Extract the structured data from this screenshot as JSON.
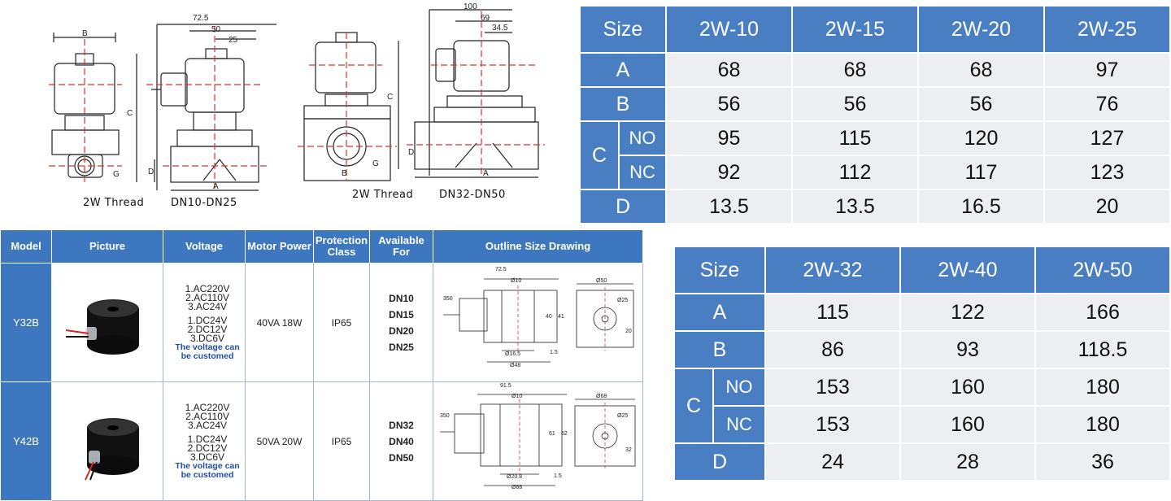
{
  "drawings": {
    "d1": {
      "dims": [
        "72.5",
        "50",
        "25",
        "B",
        "C",
        "D",
        "A",
        "G"
      ],
      "caption_left": "2W  Thread",
      "caption_right": "DN10-DN25"
    },
    "d2": {
      "dims": [
        "100",
        "69",
        "34.5",
        "C",
        "D",
        "B",
        "A",
        "G"
      ],
      "caption_left": "2W  Thread",
      "caption_right": "DN32-DN50"
    }
  },
  "table_small": {
    "header": [
      "Size",
      "2W-10",
      "2W-15",
      "2W-20",
      "2W-25"
    ],
    "rows": [
      {
        "label": "A",
        "values": [
          "68",
          "68",
          "68",
          "97"
        ]
      },
      {
        "label": "B",
        "values": [
          "56",
          "56",
          "56",
          "76"
        ]
      },
      {
        "label": "C",
        "sub": "NO",
        "values": [
          "95",
          "115",
          "120",
          "127"
        ]
      },
      {
        "label": "",
        "sub": "NC",
        "values": [
          "92",
          "112",
          "117",
          "123"
        ]
      },
      {
        "label": "D",
        "values": [
          "13.5",
          "13.5",
          "16.5",
          "20"
        ]
      }
    ]
  },
  "table_large": {
    "header": [
      "Size",
      "2W-32",
      "2W-40",
      "2W-50"
    ],
    "rows": [
      {
        "label": "A",
        "values": [
          "115",
          "122",
          "166"
        ]
      },
      {
        "label": "B",
        "values": [
          "86",
          "93",
          "118.5"
        ]
      },
      {
        "label": "C",
        "sub": "NO",
        "values": [
          "153",
          "160",
          "180"
        ]
      },
      {
        "label": "",
        "sub": "NC",
        "values": [
          "153",
          "160",
          "180"
        ]
      },
      {
        "label": "D",
        "values": [
          "24",
          "28",
          "36"
        ]
      }
    ]
  },
  "spec": {
    "headers": [
      "Model",
      "Picture",
      "Voltage",
      "Motor Power",
      "Protection Class",
      "Available For",
      "Outline  Size Drawing"
    ],
    "rows": [
      {
        "model": "Y32B",
        "voltage_ac": [
          "1.AC220V",
          "2.AC110V",
          "3.AC24V"
        ],
        "voltage_dc": [
          "1.DC24V",
          "2.DC12V",
          "3.DC6V"
        ],
        "note": "The voltage can be customed",
        "power": "40VA 18W",
        "protection": "IP65",
        "available": [
          "DN10",
          "DN15",
          "DN20",
          "DN25"
        ],
        "outline_dims": [
          "72.5",
          "Ø10",
          "Ø50",
          "350",
          "Ø25",
          "40",
          "41",
          "20",
          "Ø16.5",
          "Ø48",
          "1.5"
        ]
      },
      {
        "model": "Y42B",
        "voltage_ac": [
          "1.AC220V",
          "2.AC110V",
          "3.AC24V"
        ],
        "voltage_dc": [
          "1.DC24V",
          "2.DC12V",
          "3.DC6V"
        ],
        "note": "The voltage can be customed",
        "power": "50VA 20W",
        "protection": "IP65",
        "available": [
          "DN32",
          "DN40",
          "DN50"
        ],
        "outline_dims": [
          "91.5",
          "Ø10",
          "Ø68",
          "350",
          "Ø25",
          "61",
          "62",
          "32",
          "Ø20.3",
          "Ø66",
          "1.5"
        ]
      }
    ]
  },
  "colors": {
    "header_blue": "#4a7ec2",
    "cell_gray": "#eceef2",
    "spec_blue": "#3d77c0",
    "note_blue": "#1f4fa8",
    "centerline_red": "#e0322f"
  }
}
